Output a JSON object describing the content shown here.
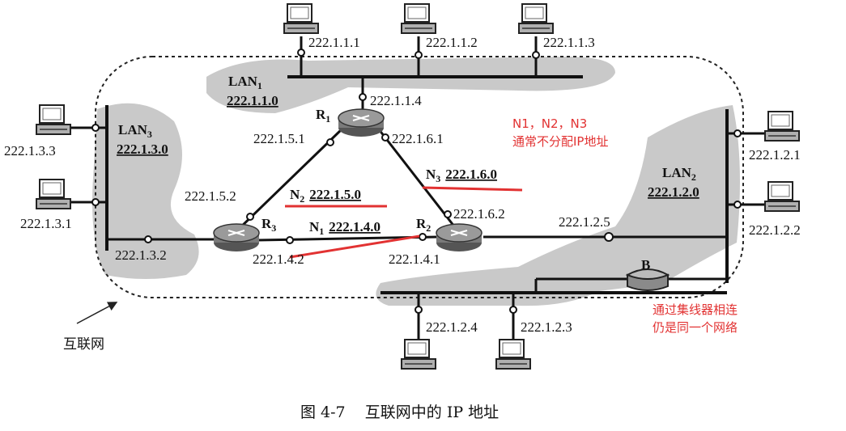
{
  "lans": {
    "lan1": {
      "name": "LAN",
      "sub": "1",
      "net": "222.1.1.0"
    },
    "lan2": {
      "name": "LAN",
      "sub": "2",
      "net": "222.1.2.0"
    },
    "lan3": {
      "name": "LAN",
      "sub": "3",
      "net": "222.1.3.0"
    }
  },
  "routers": {
    "r1": "R",
    "r1_sub": "1",
    "r2": "R",
    "r2_sub": "2",
    "r3": "R",
    "r3_sub": "3"
  },
  "bridge": "B",
  "links": {
    "n1": {
      "name": "N",
      "sub": "1",
      "net": "222.1.4.0"
    },
    "n2": {
      "name": "N",
      "sub": "2",
      "net": "222.1.5.0"
    },
    "n3": {
      "name": "N",
      "sub": "3",
      "net": "222.1.6.0"
    }
  },
  "addresses": {
    "h111": "222.1.1.1",
    "h112": "222.1.1.2",
    "h113": "222.1.1.3",
    "r1_lan1": "222.1.1.4",
    "r1_n2": "222.1.5.1",
    "r1_n3": "222.1.6.1",
    "r3_n2": "222.1.5.2",
    "r2_n3": "222.1.6.2",
    "r3_n1": "222.1.4.2",
    "r2_n1": "222.1.4.1",
    "r2_lan2": "222.1.2.5",
    "r3_lan3": "222.1.3.2",
    "h133": "222.1.3.3",
    "h131": "222.1.3.1",
    "h121": "222.1.2.1",
    "h122": "222.1.2.2",
    "h124": "222.1.2.4",
    "h123": "222.1.2.3"
  },
  "annotations": {
    "note1_line1": "N1，N2，N3",
    "note1_line2": "通常不分配IP地址",
    "note2_line1": "通过集线器相连",
    "note2_line2": "仍是同一个网络",
    "internet_label": "互联网"
  },
  "caption": "图 4-7    互联网中的 IP 地址",
  "colors": {
    "annotation": "#e23232",
    "shade": "#c8c8c8",
    "line": "#111111"
  }
}
